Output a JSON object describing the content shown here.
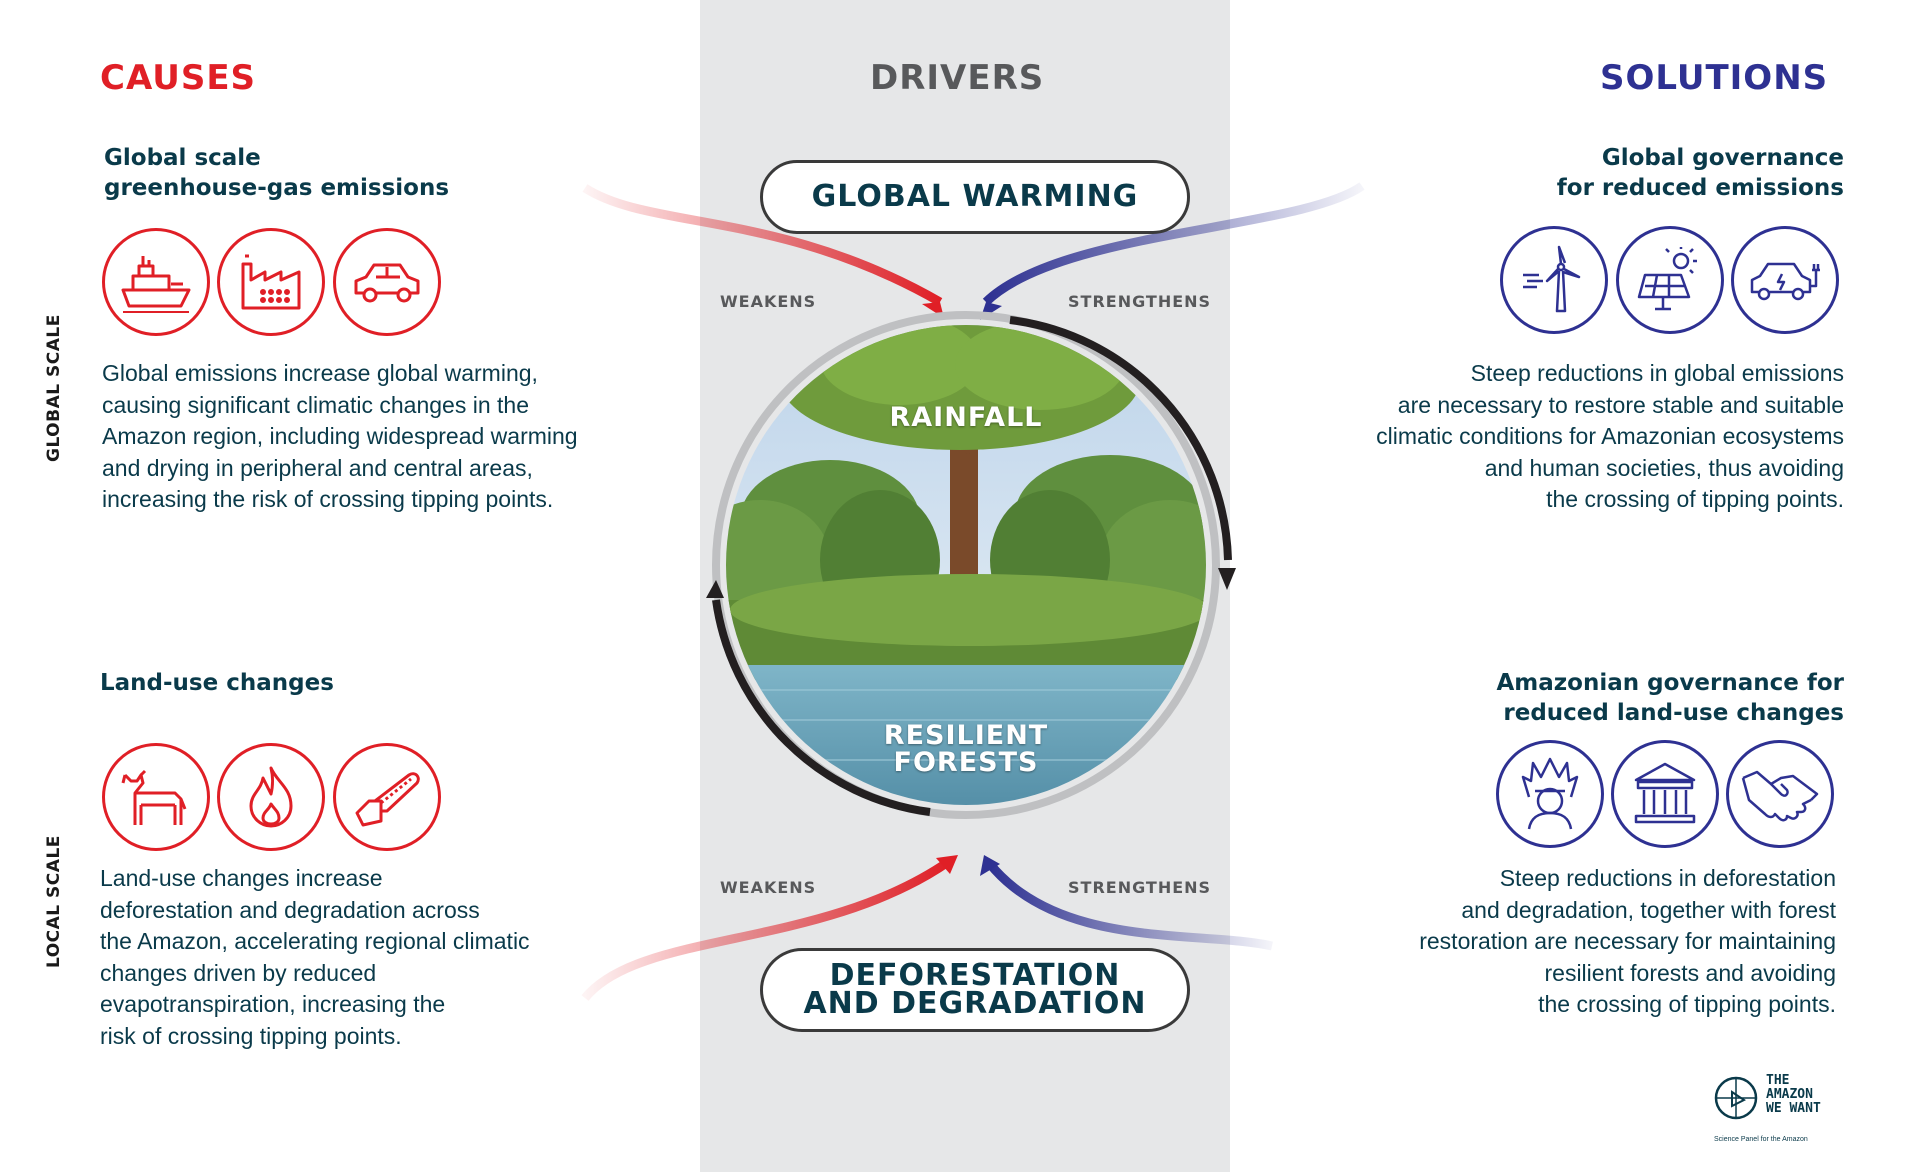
{
  "headers": {
    "causes": "CAUSES",
    "drivers": "DRIVERS",
    "solutions": "SOLUTIONS"
  },
  "side_labels": {
    "global": "GLOBAL SCALE",
    "local": "LOCAL SCALE"
  },
  "causes": {
    "global_title": [
      "Global scale",
      "greenhouse-gas emissions"
    ],
    "global_icons": [
      "ship-icon",
      "factory-icon",
      "car-icon"
    ],
    "global_text": [
      "Global emissions increase global warming,",
      "causing significant climatic changes in the",
      "Amazon region, including widespread warming",
      "and drying in peripheral and central areas,",
      "increasing the risk of crossing tipping points."
    ],
    "local_title": [
      "Land-use changes"
    ],
    "local_icons": [
      "cow-icon",
      "fire-icon",
      "chainsaw-icon"
    ],
    "local_text": [
      "Land-use changes increase",
      "deforestation and degradation across",
      "the Amazon, accelerating regional climatic",
      "changes driven by reduced",
      "evapotranspiration, increasing the",
      "risk of crossing tipping points."
    ]
  },
  "drivers": {
    "top_pill": "GLOBAL WARMING",
    "bottom_pill": [
      "DEFORESTATION",
      "AND DEGRADATION"
    ],
    "weakens_top": "WEAKENS",
    "strengthens_top": "STRENGTHENS",
    "weakens_bottom": "WEAKENS",
    "strengthens_bottom": "STRENGTHENS",
    "rainfall": "RAINFALL",
    "resilient": [
      "RESILIENT",
      "FORESTS"
    ]
  },
  "solutions": {
    "global_title": [
      "Global governance",
      "for reduced emissions"
    ],
    "global_icons": [
      "wind-turbine-icon",
      "solar-panel-icon",
      "electric-car-icon"
    ],
    "global_text": [
      "Steep reductions in global emissions",
      "are necessary to restore stable and suitable",
      "climatic conditions for Amazonian ecosystems",
      "and human societies, thus avoiding",
      "the crossing of tipping points."
    ],
    "local_title": [
      "Amazonian governance for",
      "reduced land-use changes"
    ],
    "local_icons": [
      "indigenous-person-icon",
      "government-building-icon",
      "handshake-icon"
    ],
    "local_text": [
      "Steep reductions in deforestation",
      "and degradation, together with forest",
      "restoration are necessary for maintaining",
      "resilient forests and avoiding",
      "the crossing of tipping points."
    ]
  },
  "logo": {
    "lines": [
      "THE",
      "AMAZON",
      "WE WANT"
    ],
    "sub": "Science Panel for the Amazon"
  },
  "colors": {
    "red": "#e01f26",
    "blue": "#2e3192",
    "dark": "#0a3a4a",
    "gray_band": "#e6e7e8"
  }
}
